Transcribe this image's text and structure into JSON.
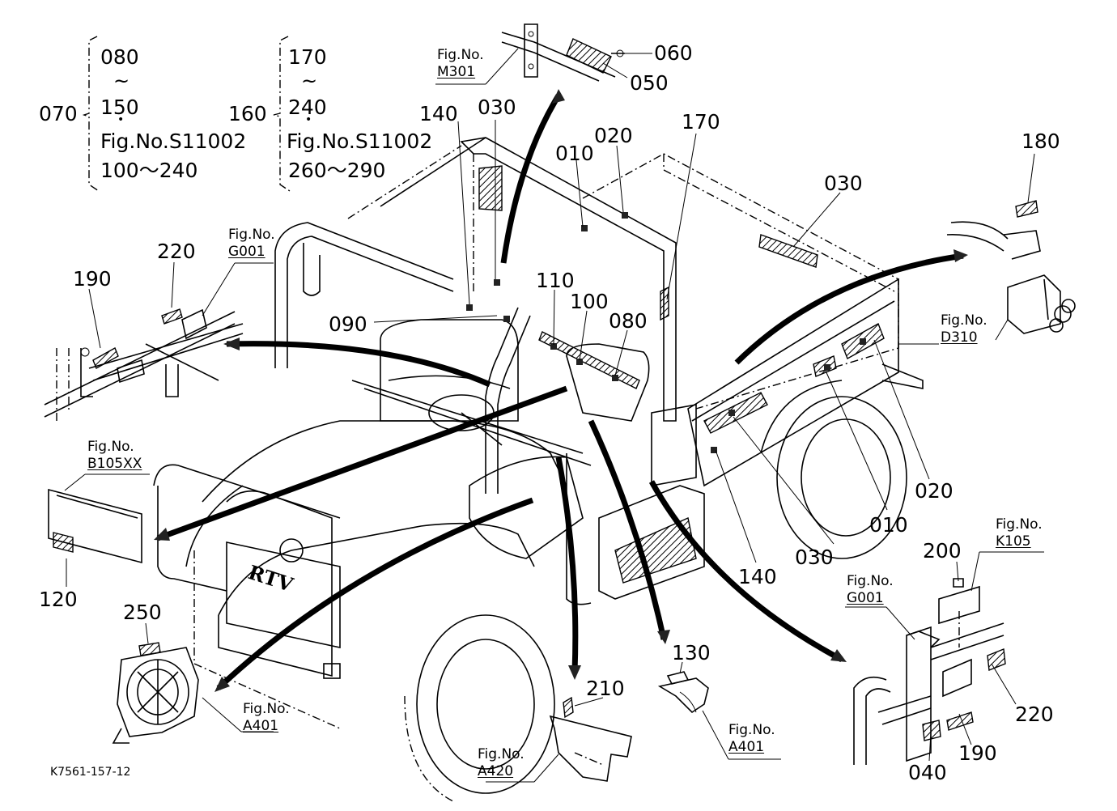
{
  "document_code": "K7561-157-12",
  "groups": {
    "g070": {
      "ref": "070",
      "line1": "080",
      "tilde": "~",
      "line2": "150",
      "dot": "•",
      "fig": "Fig.No.S11002",
      "range": "100～240"
    },
    "g160": {
      "ref": "160",
      "line1": "170",
      "tilde": "~",
      "line2": "240",
      "dot": "•",
      "fig": "Fig.No.S11002",
      "range": "260～290"
    }
  },
  "fig_refs": {
    "m301": {
      "title": "Fig.No.",
      "code": "M301"
    },
    "g001_left": {
      "title": "Fig.No.",
      "code": "G001"
    },
    "d310": {
      "title": "Fig.No.",
      "code": "D310"
    },
    "b105xx": {
      "title": "Fig.No.",
      "code": "B105XX"
    },
    "k105": {
      "title": "Fig.No.",
      "code": "K105"
    },
    "g001_right": {
      "title": "Fig.No.",
      "code": "G001"
    },
    "a401_left": {
      "title": "Fig.No.",
      "code": "A401"
    },
    "a420": {
      "title": "Fig.No.",
      "code": "A420"
    },
    "a401_right": {
      "title": "Fig.No.",
      "code": "A401"
    }
  },
  "part_labels": {
    "p060": "060",
    "p050": "050",
    "p140_top": "140",
    "p030_top": "030",
    "p170": "170",
    "p010_top": "010",
    "p020_top": "020",
    "p030_right": "030",
    "p180": "180",
    "p220_left": "220",
    "p190_left": "190",
    "p110": "110",
    "p100": "100",
    "p090": "090",
    "p080": "080",
    "p120": "120",
    "p250": "250",
    "p020_bottom": "020",
    "p010_bottom": "010",
    "p030_bottom": "030",
    "p140_bottom": "140",
    "p200": "200",
    "p220_right": "220",
    "p190_right": "190",
    "p040": "040",
    "p130": "130",
    "p210": "210"
  },
  "vehicle_hood_text": "RTV"
}
